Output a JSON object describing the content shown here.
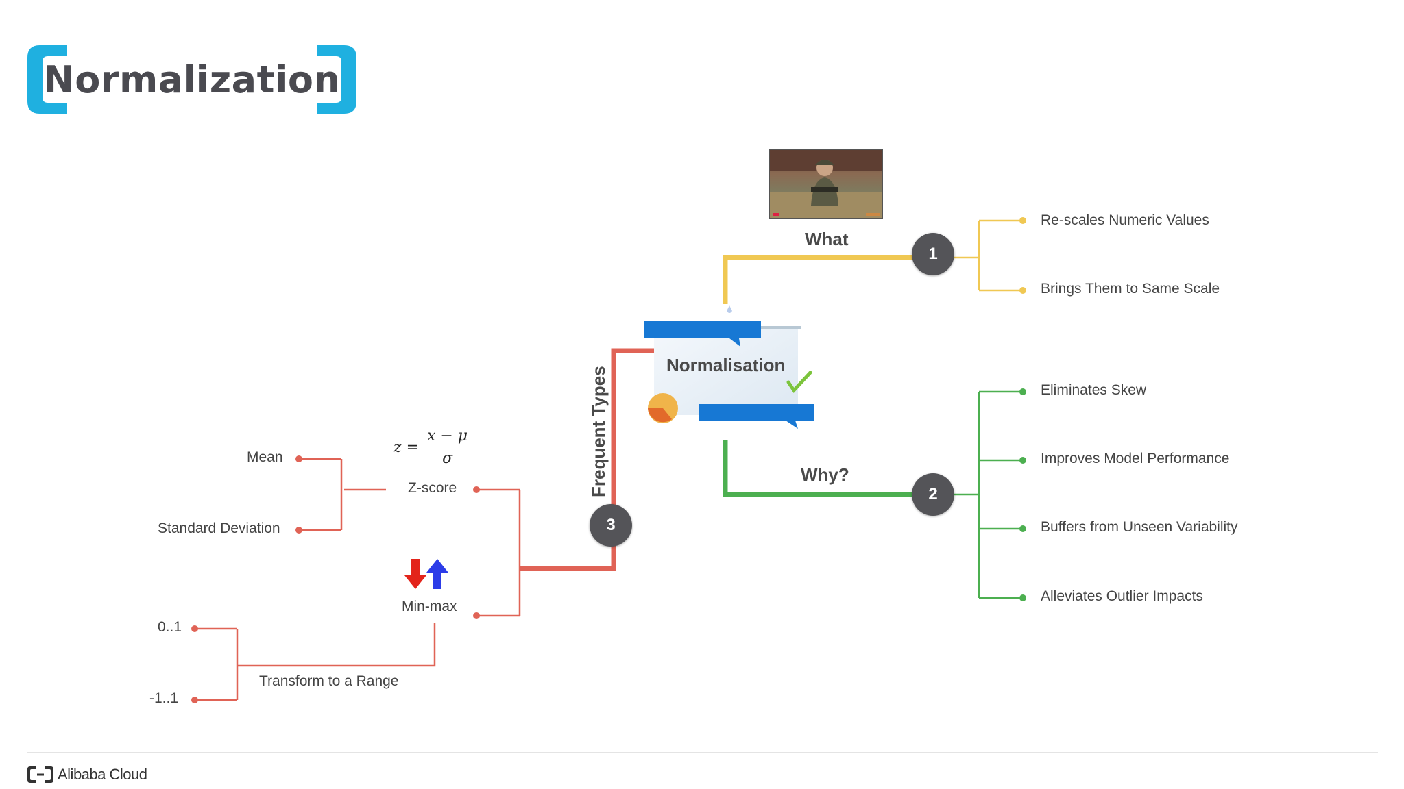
{
  "title": "Normalization",
  "center": {
    "label": "Normalisation"
  },
  "branches": {
    "what": {
      "number": "1",
      "title": "What",
      "color": "#f0c853",
      "items": [
        "Re-scales Numeric Values",
        "Brings Them to Same Scale"
      ]
    },
    "why": {
      "number": "2",
      "title": "Why?",
      "color": "#4caf50",
      "items": [
        "Eliminates Skew",
        "Improves Model Performance",
        "Buffers from Unseen Variability",
        "Alleviates Outlier Impacts"
      ]
    },
    "types": {
      "number": "3",
      "title": "Frequent Types",
      "color": "#e06356",
      "zscore": {
        "label": "Z-score",
        "formula": {
          "lhs": "z =",
          "numerator": "x − μ",
          "denominator": "σ"
        },
        "items": [
          "Mean",
          "Standard Deviation"
        ]
      },
      "minmax": {
        "label": "Min-max",
        "transform": "Transform to a Range",
        "items": [
          "0..1",
          "-1..1"
        ]
      }
    }
  },
  "footer": {
    "brand": "Alibaba Cloud"
  },
  "colors": {
    "accent": "#1fb0e0",
    "circle": "#545458"
  }
}
